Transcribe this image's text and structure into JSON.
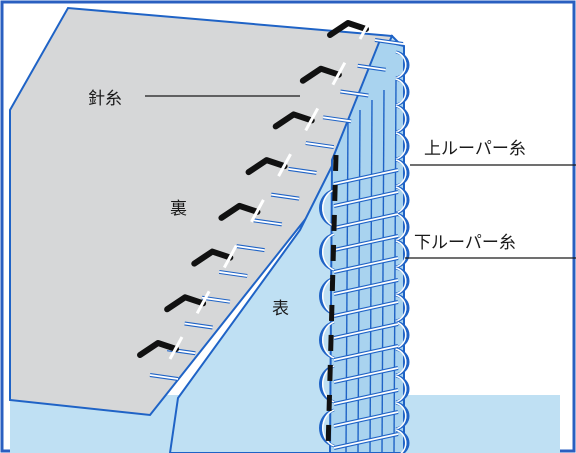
{
  "labels": {
    "needle_thread": "針糸",
    "back_side": "裏",
    "front_side": "表",
    "upper_looper_thread": "上ルーパー糸",
    "lower_looper_thread": "下ルーパー糸"
  },
  "colors": {
    "fabric_back": "#d6d7d8",
    "fabric_front": "#bfe0f3",
    "outline": "#1f63c6",
    "needle_thread": "#111111",
    "looper_thread": "#ffffff",
    "border": "#2a5fc0"
  }
}
